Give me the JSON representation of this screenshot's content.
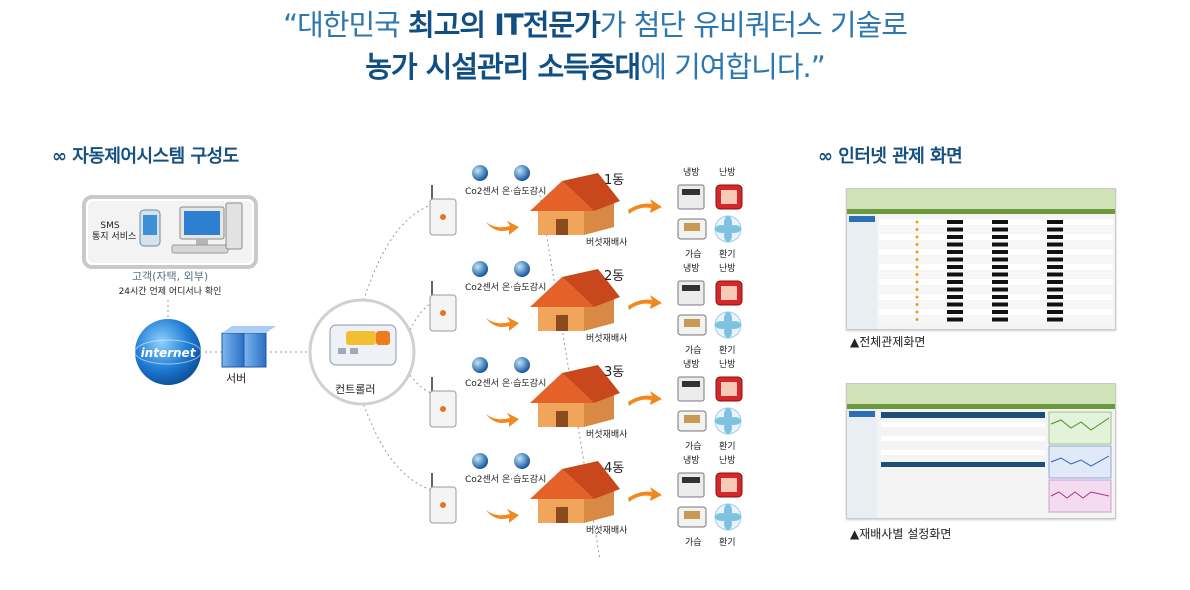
{
  "headline": {
    "line1": {
      "quote_open": "“",
      "p1": "대한민국 ",
      "b1": "최고의 IT전문가",
      "p2": "가 첨단 유비쿼터스 기술로"
    },
    "line2": {
      "b1": "농가 시설관리 소득증대",
      "p1": "에 기여합니다.",
      "quote_close": "”"
    }
  },
  "left_section": {
    "title": "자동제어시스템 구성도",
    "bullet_icon": "infinity-icon"
  },
  "right_section": {
    "title": "인터넷 관제 화면",
    "bullet_icon": "infinity-icon"
  },
  "client": {
    "sms_label_line1": "SMS",
    "sms_label_line2": "통지 서비스",
    "title": "고객(자택, 외부)",
    "subtitle": "24시간 언제 어디서나 확인"
  },
  "internet_label": "internet",
  "server_label": "서버",
  "controller_label": "컨트롤러",
  "buildings": [
    {
      "dong": "1동",
      "co2": "Co2센서",
      "th": "온·습도감시",
      "house": "버섯재배사",
      "cool": "냉방",
      "heat": "난방",
      "humid": "가습",
      "vent": "환기"
    },
    {
      "dong": "2동",
      "co2": "Co2센서",
      "th": "온·습도감시",
      "house": "버섯재배사",
      "cool": "냉방",
      "heat": "난방",
      "humid": "가습",
      "vent": "환기"
    },
    {
      "dong": "3동",
      "co2": "Co2센서",
      "th": "온·습도감시",
      "house": "버섯재배사",
      "cool": "냉방",
      "heat": "난방",
      "humid": "가습",
      "vent": "환기"
    },
    {
      "dong": "4동",
      "co2": "Co2센서",
      "th": "온·습도감시",
      "house": "버섯재배사",
      "cool": "냉방",
      "heat": "난방",
      "humid": "가습",
      "vent": "환기"
    }
  ],
  "screens": [
    {
      "caption": "▲전체관제화면"
    },
    {
      "caption": "▲재배사별 설정화면"
    }
  ],
  "colors": {
    "headline_bold": "#114f82",
    "headline_normal": "#2d77b0",
    "section_title": "#16507f",
    "house_roof": "#e4622a",
    "house_wall": "#f0a45c",
    "arrow": "#ee8a1e"
  }
}
